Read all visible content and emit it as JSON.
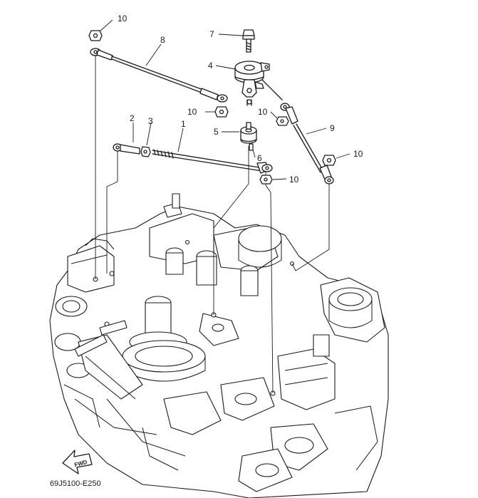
{
  "diagram": {
    "code": "69J5100-E250",
    "fwd_label": "FWD",
    "callouts": {
      "c1": "1",
      "c2": "2",
      "c3": "3",
      "c4": "4",
      "c5": "5",
      "c6": "6",
      "c7": "7",
      "c8": "8",
      "c9": "9",
      "c10a": "10",
      "c10b": "10",
      "c10c": "10",
      "c10d": "10",
      "c10e": "10"
    }
  }
}
